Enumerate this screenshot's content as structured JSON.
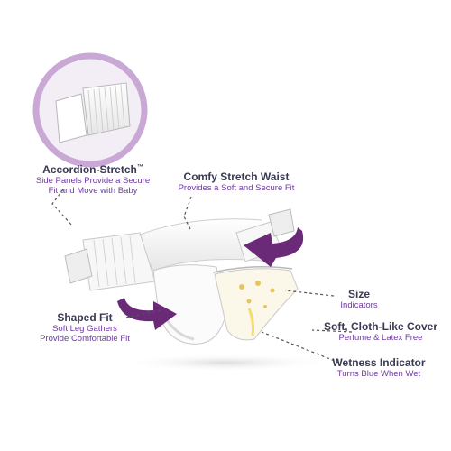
{
  "callouts": {
    "accordion": {
      "title": "Accordion-Stretch",
      "title_mark": "™",
      "desc_line1": "Side Panels Provide a Secure",
      "desc_line2": "Fit and Move with Baby"
    },
    "waist": {
      "title": "Comfy Stretch Waist",
      "desc": "Provides a Soft and Secure Fit"
    },
    "size": {
      "title": "Size",
      "desc": "Indicators"
    },
    "cover": {
      "title": "Soft, Cloth-Like Cover",
      "desc": "Perfume & Latex Free"
    },
    "shaped": {
      "title": "Shaped Fit",
      "desc_line1": "Soft Leg Gathers",
      "desc_line2": "Provide Comfortable Fit"
    },
    "wetness": {
      "title": "Wetness Indicator",
      "desc": "Turns Blue When Wet"
    }
  },
  "colors": {
    "title_text": "#3a3a52",
    "desc_text": "#6d3aa0",
    "arrow_purple": "#6a2a78",
    "circle_ring": "#c9a8d6",
    "leader_line": "#555555"
  }
}
